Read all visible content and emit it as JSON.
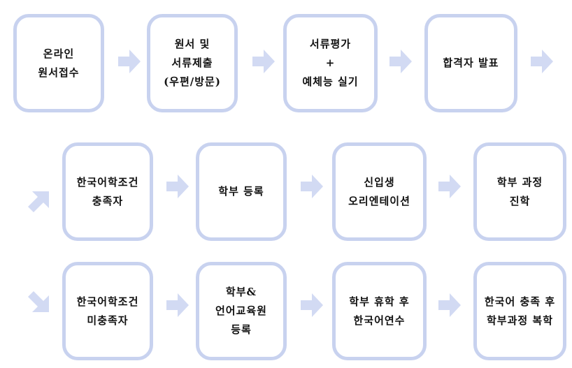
{
  "colors": {
    "box_border": "#c8d2ef",
    "arrow_fill": "#d2daf3",
    "text": "#111111"
  },
  "steps": {
    "online_application": [
      "온라인",
      "원서접수"
    ],
    "document_submission": [
      "원서 및",
      "서류제출",
      "(우편/방문)"
    ],
    "evaluation": [
      "서류평가",
      "+",
      "예체능 실기"
    ],
    "acceptance": [
      "합격자 발표"
    ]
  },
  "met_branch": {
    "korean_condition": [
      "한국어학조건",
      "충족자"
    ],
    "registration": [
      "학부 등록"
    ],
    "orientation": [
      "신입생",
      "오리엔테이션"
    ],
    "program": [
      "학부 과정",
      "진학"
    ]
  },
  "unmet_branch": {
    "korean_condition": [
      "한국어학조건",
      "미충족자"
    ],
    "registration": [
      "학부&",
      "언어교육원",
      "등록"
    ],
    "leave": [
      "학부 휴학 후",
      "한국어연수"
    ],
    "return": [
      "한국어 충족 후",
      "학부과정 복학"
    ]
  }
}
